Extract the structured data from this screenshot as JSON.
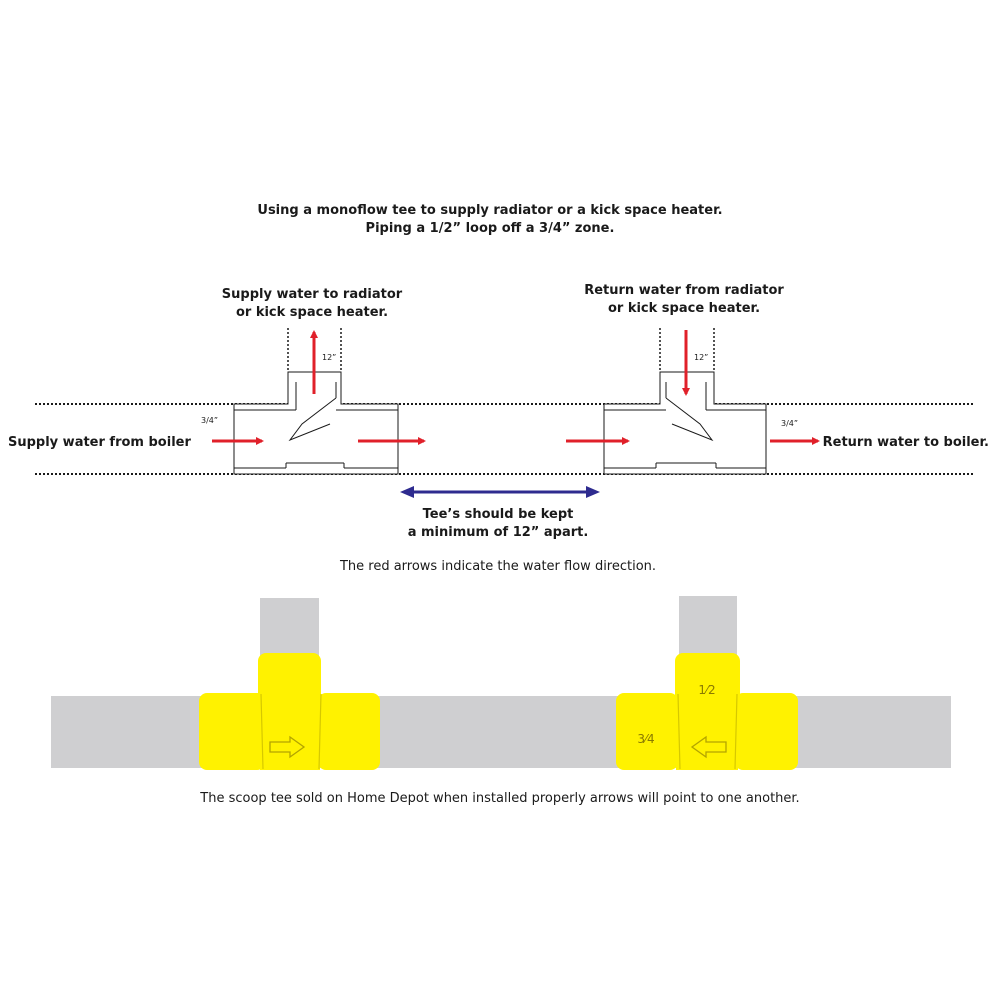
{
  "title": {
    "line1": "Using a monoflow tee to supply radiator or a kick space heater.",
    "line2": "Piping a 1/2” loop off a 3/4” zone."
  },
  "labels": {
    "supply_top_1": "Supply water to radiator",
    "supply_top_2": "or kick space heater.",
    "return_top_1": "Return water from radiator",
    "return_top_2": "or kick space heater.",
    "supply_boiler": "Supply water from boiler",
    "return_boiler": "Return water to boiler.",
    "size_main_left": "3/4”",
    "size_main_right": "3/4”",
    "size_branch_left": "12”",
    "size_branch_right": "12”",
    "spacing_1": "Tee’s should be kept",
    "spacing_2": "a minimum of 12” apart.",
    "flow_note": "The red arrows indicate the water flow direction.",
    "fitting_half": "1⁄2",
    "fitting_three_quarter": "3⁄4",
    "bottom_note": "The scoop tee sold on Home Depot when installed properly arrows will point to one another."
  },
  "colors": {
    "flow_arrow": "#e0202a",
    "spacing_arrow": "#2e2b8f",
    "fitting": "#fff200",
    "pipe": "#cfcfd1"
  }
}
